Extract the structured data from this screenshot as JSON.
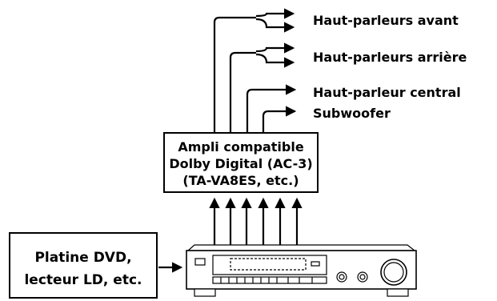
{
  "outputs": [
    {
      "label": "Haut-parleurs avant"
    },
    {
      "label": "Haut-parleurs arrière"
    },
    {
      "label": "Haut-parleur central"
    },
    {
      "label": "Subwoofer"
    }
  ],
  "amplifier": {
    "lines": [
      "Ampli compatible",
      "Dolby Digital (AC-3)",
      "(TA-VA8ES, etc.)"
    ]
  },
  "source": {
    "lines": [
      "Platine DVD,",
      "lecteur LD, etc."
    ]
  }
}
